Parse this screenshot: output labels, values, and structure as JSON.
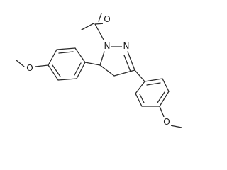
{
  "molecule": {
    "atoms": {
      "O_carbonyl": "O",
      "N1": "N",
      "N2": "N",
      "O_methoxy_left": "O",
      "O_methoxy_right": "O"
    }
  }
}
